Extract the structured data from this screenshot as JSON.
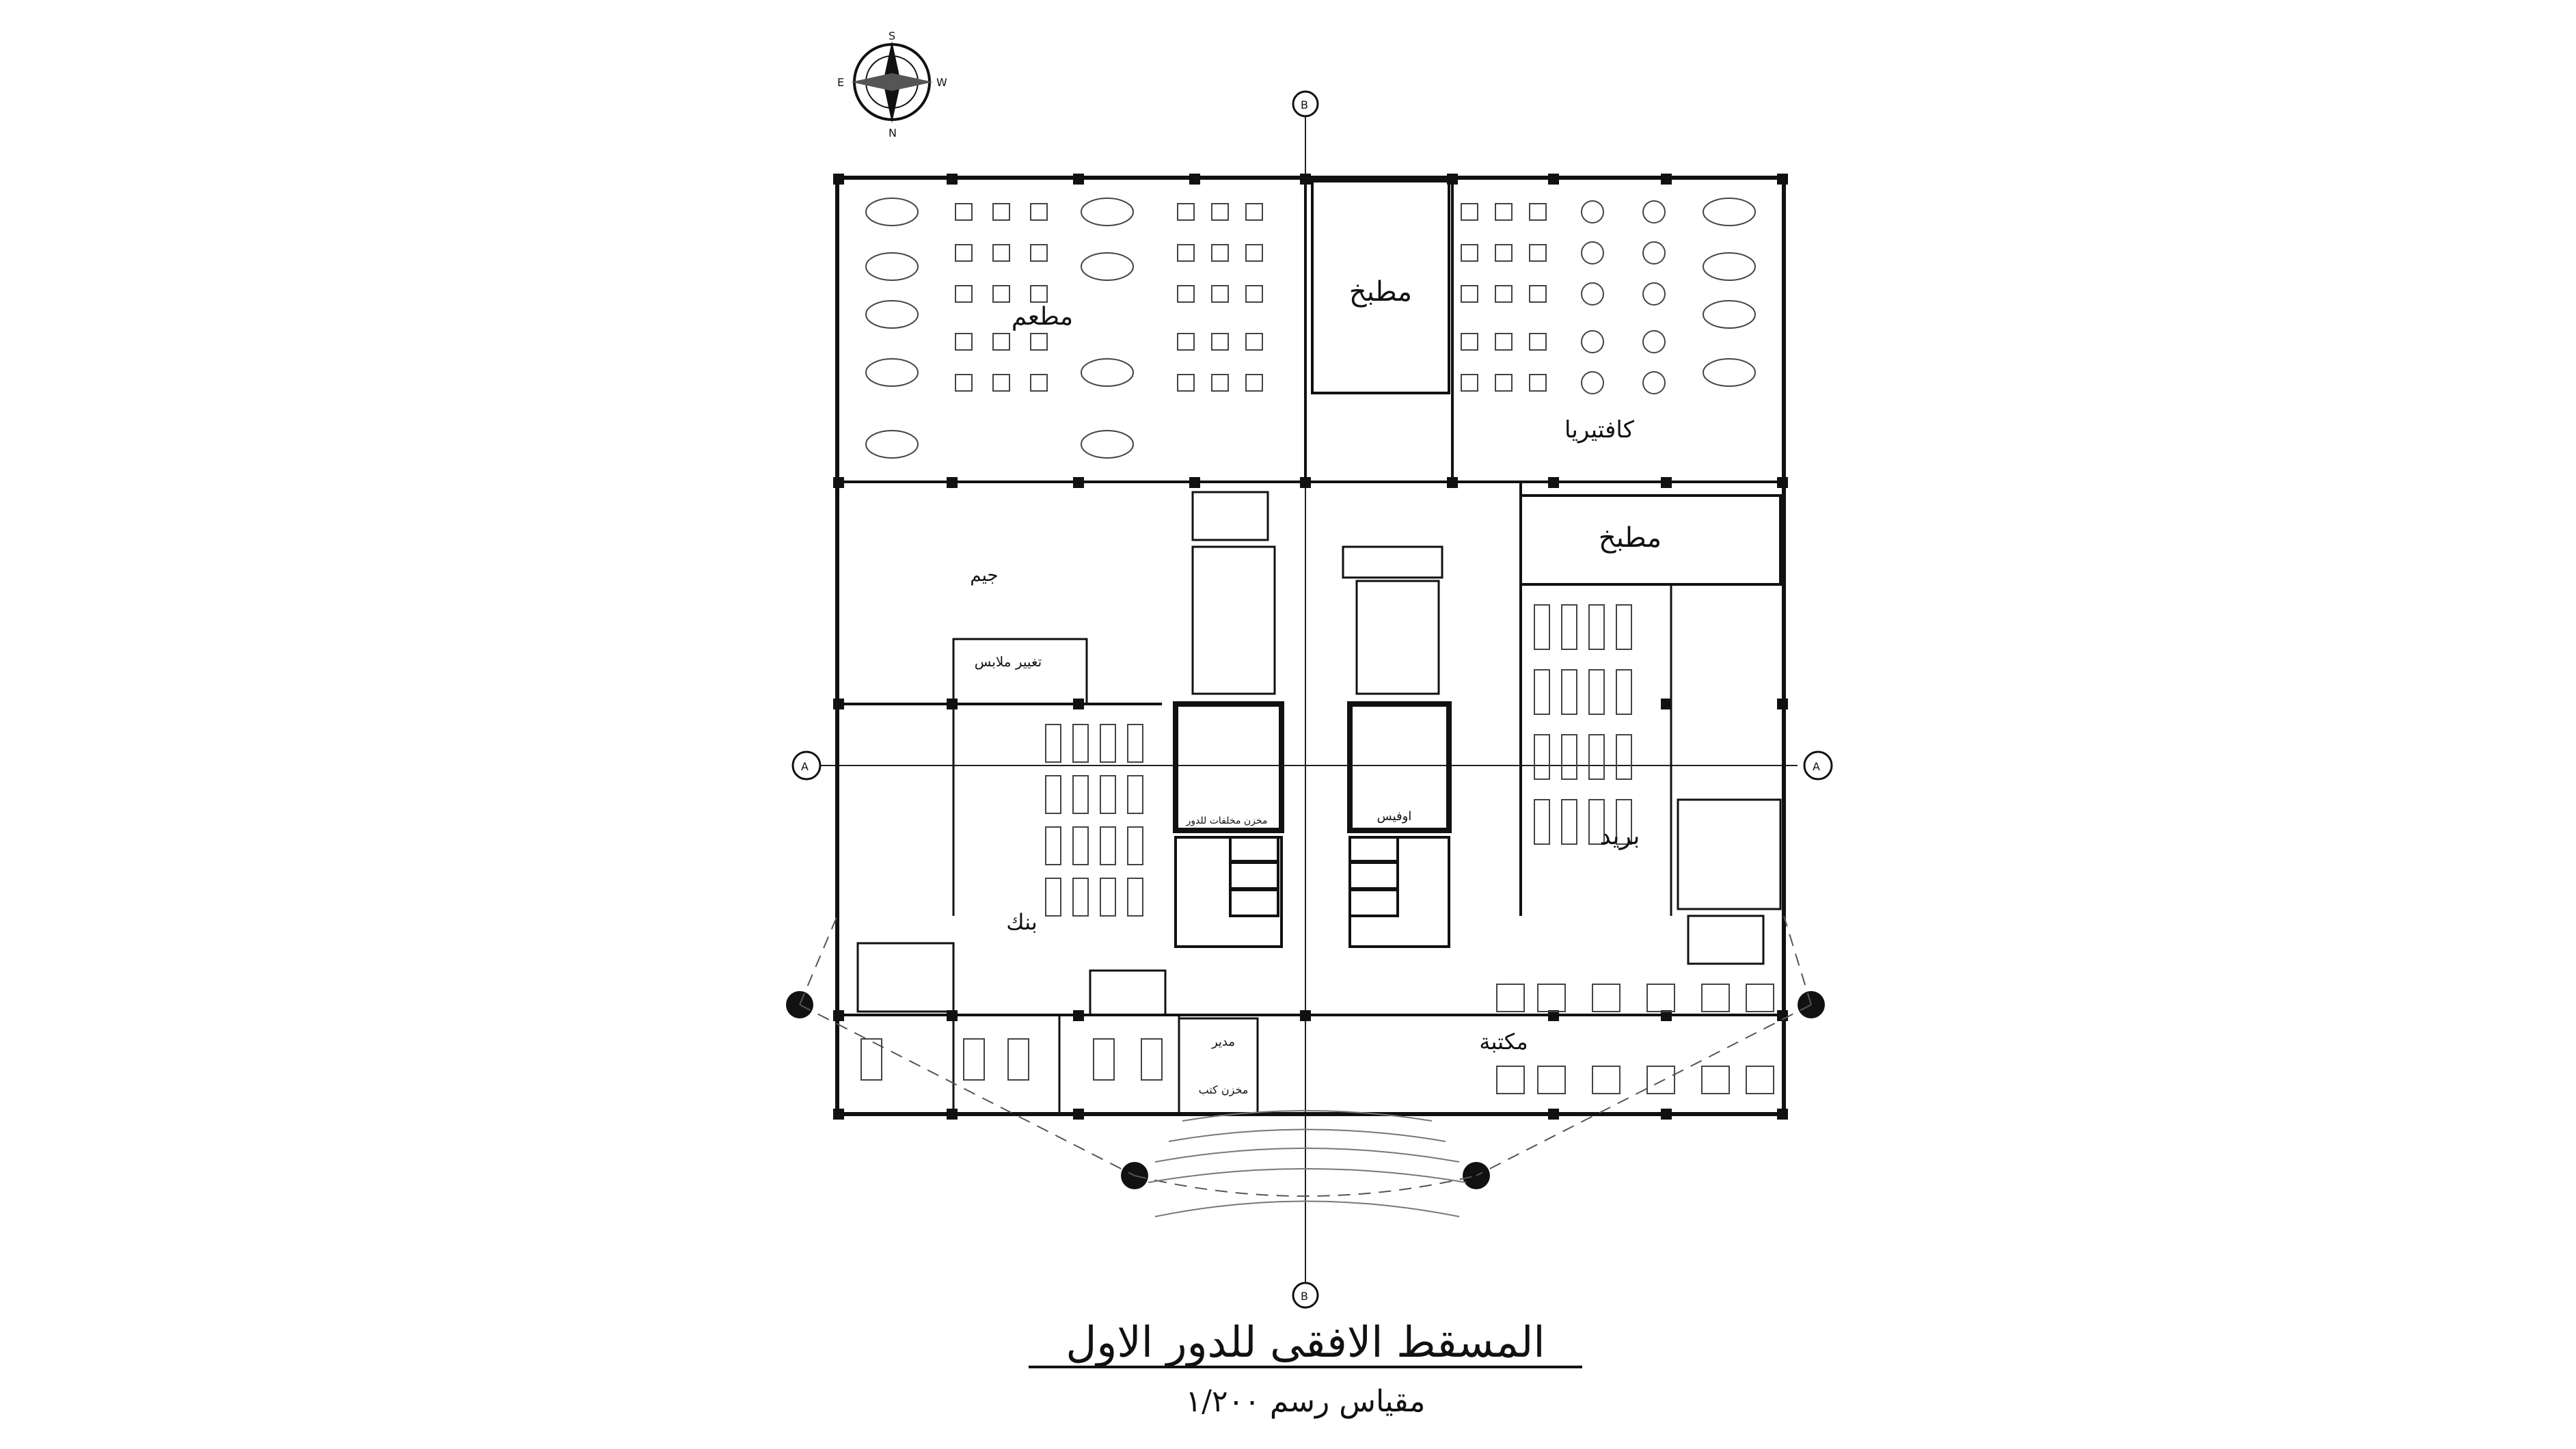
{
  "compass": {
    "north": "N",
    "south": "S",
    "east": "E",
    "west": "W"
  },
  "section_markers": {
    "vertical": "B",
    "horizontal": "A"
  },
  "rooms": {
    "restaurant": "مطعم",
    "kitchen_top": "مطبخ",
    "cafeteria": "كافتيريا",
    "kitchen_right": "مطبخ",
    "gym": "جيم",
    "changing_room": "تغيير ملابس",
    "bank": "بنك",
    "post": "بريد",
    "library": "مكتبة",
    "manager": "مدير",
    "book_store": "مخزن كتب",
    "office": "اوفيس",
    "floor_waste_store": "مخزن مخلفات للدور"
  },
  "title": {
    "main": "المسقط الافقى للدور الاول",
    "scale": "مقياس رسم ١/٢٠٠"
  }
}
